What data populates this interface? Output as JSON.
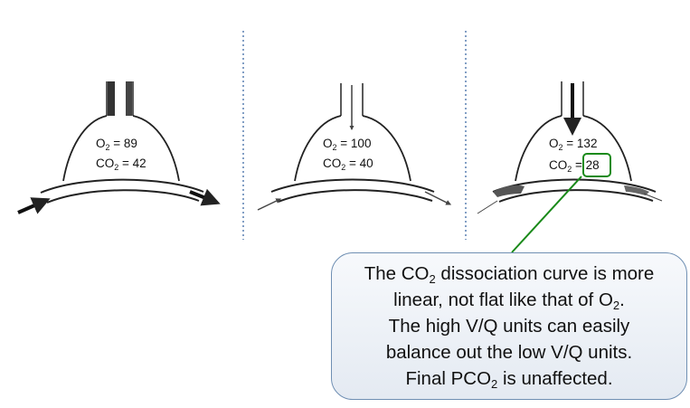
{
  "units": [
    {
      "o2_prefix": "O",
      "o2_value": "89",
      "co2_prefix": "CO",
      "co2_value": "42"
    },
    {
      "o2_prefix": "O",
      "o2_value": "100",
      "co2_prefix": "CO",
      "co2_value": "40"
    },
    {
      "o2_prefix": "O",
      "o2_value": "132",
      "co2_prefix": "CO",
      "co2_value": "28"
    }
  ],
  "subscript_2": "2",
  "equals": " = ",
  "callout": {
    "line1_pre": "The CO",
    "line1_post": " dissociation curve is more",
    "line2_pre": "linear, not flat like that of O",
    "line2_post": ".",
    "line3": "The high V/Q units can easily",
    "line4": "balance out the low V/Q units.",
    "line5_pre": "Final PCO",
    "line5_post": " is unaffected."
  },
  "colors": {
    "line": "#222222",
    "divider": "#2f5f9e",
    "highlight": "#1a8a1a",
    "callout_border": "#6f8fb3"
  }
}
